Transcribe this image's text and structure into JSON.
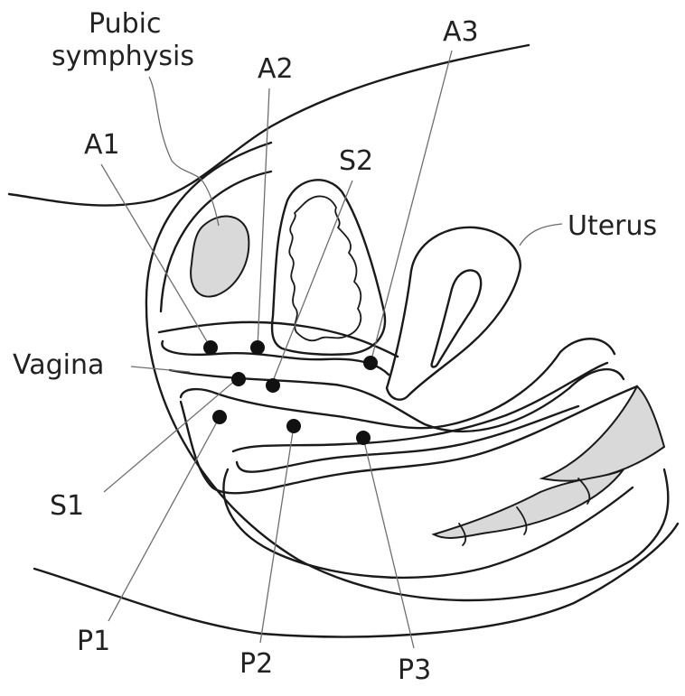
{
  "labels": {
    "pubic_line1": "Pubic",
    "pubic_line2": "symphysis",
    "a1": "A1",
    "a2": "A2",
    "a3": "A3",
    "s1": "S1",
    "s2": "S2",
    "uterus": "Uterus",
    "vagina": "Vagina",
    "p1": "P1",
    "p2": "P2",
    "p3": "P3"
  },
  "colors": {
    "stroke": "#1a1a1a",
    "shade": "#d9d9d9",
    "leader": "#6e6e6e",
    "point": "#111111"
  }
}
